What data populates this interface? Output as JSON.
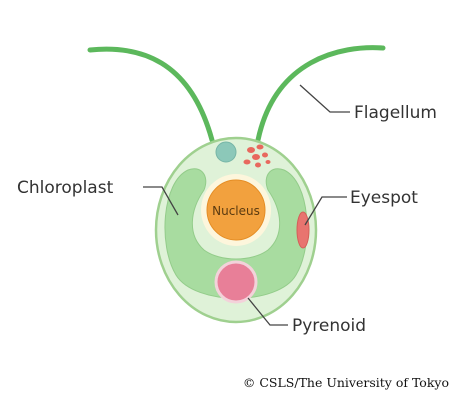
{
  "labels": {
    "flagellum": "Flagellum",
    "chloroplast": "Chloroplast",
    "eyespot": "Eyespot",
    "nucleus": "Nucleus",
    "pyrenoid": "Pyrenoid"
  },
  "copyright": "© CSLS/The University of Tokyo",
  "colors": {
    "flagellum": "#5cb85c",
    "cell_outer": "#dff2d8",
    "cell_border": "#9fd08f",
    "chloroplast": "#a8dca0",
    "nucleus_fill": "#f2a13e",
    "nucleus_ring": "#fdf6dc",
    "eyespot": "#e8746f",
    "pyrenoid": "#e87f98",
    "vacuole": "#8cc8b9",
    "granules": "#e8695e"
  }
}
